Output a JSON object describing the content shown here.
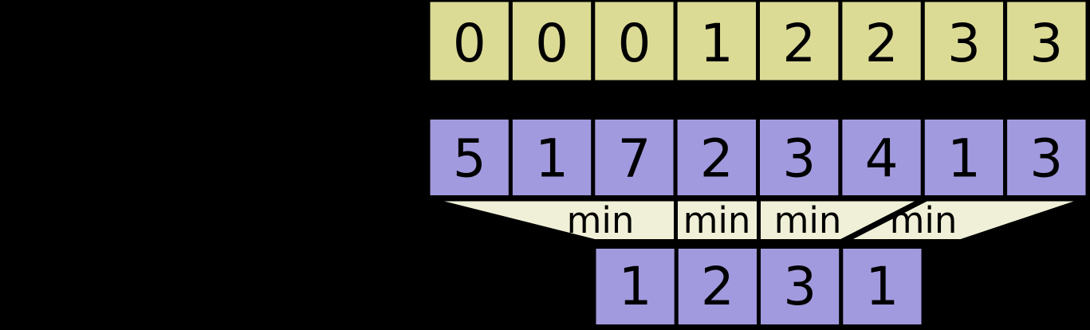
{
  "diagram": {
    "background_color": "#000000",
    "colors": {
      "index_row_fill": "#dcdb96",
      "array_fill": "#a29ade",
      "min_band_fill": "#f0f0d8",
      "outline": "#000000",
      "text": "#000000"
    },
    "rows": {
      "top": {
        "values": [
          "0",
          "0",
          "0",
          "1",
          "2",
          "2",
          "3",
          "3"
        ]
      },
      "middle": {
        "values": [
          "5",
          "1",
          "7",
          "2",
          "3",
          "4",
          "1",
          "3"
        ]
      },
      "bottom": {
        "values": [
          "1",
          "2",
          "3",
          "1"
        ]
      }
    },
    "operator_labels": [
      "min",
      "min",
      "min",
      "min"
    ]
  }
}
